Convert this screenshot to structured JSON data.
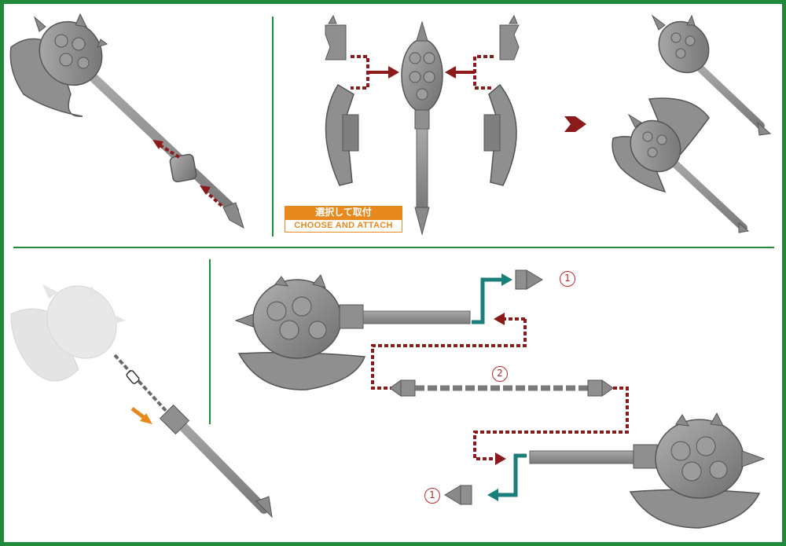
{
  "badge": {
    "jp_label": "選択して取付",
    "en_label": "CHOOSE AND ATTACH"
  },
  "markers": {
    "part_one": "1",
    "part_two": "2"
  },
  "colors": {
    "frame_green": "#1f8a3a",
    "arrow_red": "#8b1a1a",
    "connector_teal": "#1a7f7a",
    "badge_orange": "#e8891e",
    "marker_red": "#c0272d",
    "part_gray": "#8a8a8a"
  },
  "panels": [
    {
      "name": "axe-held-by-hand",
      "icon": "axe-with-fist-icon"
    },
    {
      "name": "choose-blade-sides",
      "icon": "axe-parts-exploded-icon"
    },
    {
      "name": "assembled-variants",
      "icon": "assembled-axes-icon"
    },
    {
      "name": "flail-chain-version",
      "icon": "flail-axe-icon"
    },
    {
      "name": "chain-conversion-steps",
      "icon": "chain-assembly-icon"
    }
  ]
}
